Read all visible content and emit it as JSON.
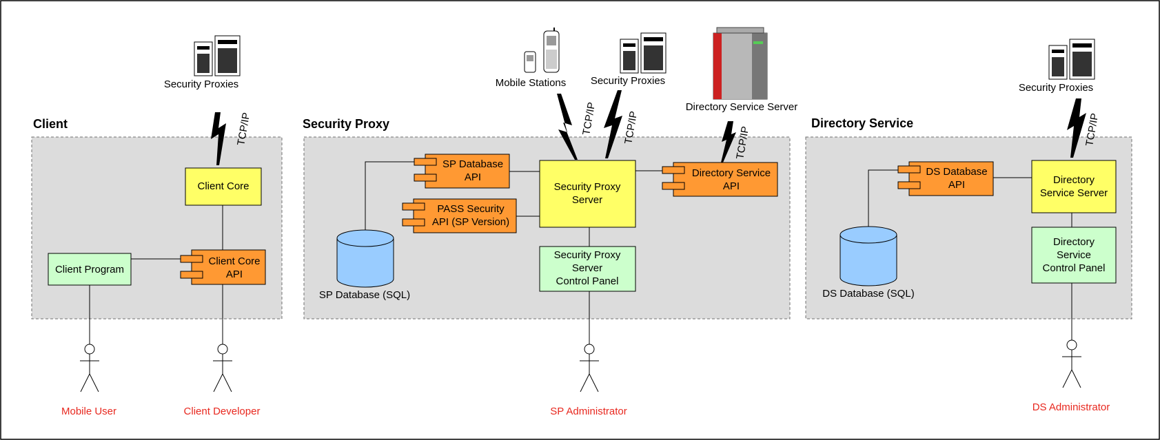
{
  "colors": {
    "server_box": "#ffff66",
    "panel_box": "#ccffcc",
    "api_component": "#ff9933",
    "database": "#99ccff",
    "package": "#dcdcdc",
    "actor_label": "#e8281f"
  },
  "packages": {
    "client": "Client",
    "security_proxy": "Security Proxy",
    "directory_service": "Directory Service"
  },
  "external": {
    "client_security_proxies": "Security Proxies",
    "mobile_stations": "Mobile Stations",
    "sp_security_proxies": "Security Proxies",
    "directory_service_server": "Directory Service Server",
    "ds_security_proxies": "Security Proxies"
  },
  "links": {
    "client_tcp": "TCP/IP",
    "mobile_tcp": "TCP/IP",
    "sp_proxies_tcp": "TCP/IP",
    "dss_tcp": "TCP/IP",
    "ds_tcp": "TCP/IP"
  },
  "client": {
    "core": "Client Core",
    "program": "Client Program",
    "core_api": [
      "Client Core",
      "API"
    ]
  },
  "security_proxy": {
    "sp_db_api": [
      "SP Database",
      "API"
    ],
    "pass_api": [
      "PASS Security",
      "API (SP Version)"
    ],
    "server": [
      "Security Proxy",
      "Server"
    ],
    "ds_api": [
      "Directory Service",
      "API"
    ],
    "database": "SP Database (SQL)",
    "control_panel": [
      "Security Proxy",
      "Server",
      "Control Panel"
    ]
  },
  "directory_service": {
    "db_api": [
      "DS Database",
      "API"
    ],
    "server": [
      "Directory",
      "Service Server"
    ],
    "database": "DS Database (SQL)",
    "control_panel": [
      "Directory",
      "Service",
      "Control Panel"
    ]
  },
  "actors": {
    "mobile_user": "Mobile User",
    "client_developer": "Client Developer",
    "sp_administrator": "SP Administrator",
    "ds_administrator": "DS Administrator"
  }
}
